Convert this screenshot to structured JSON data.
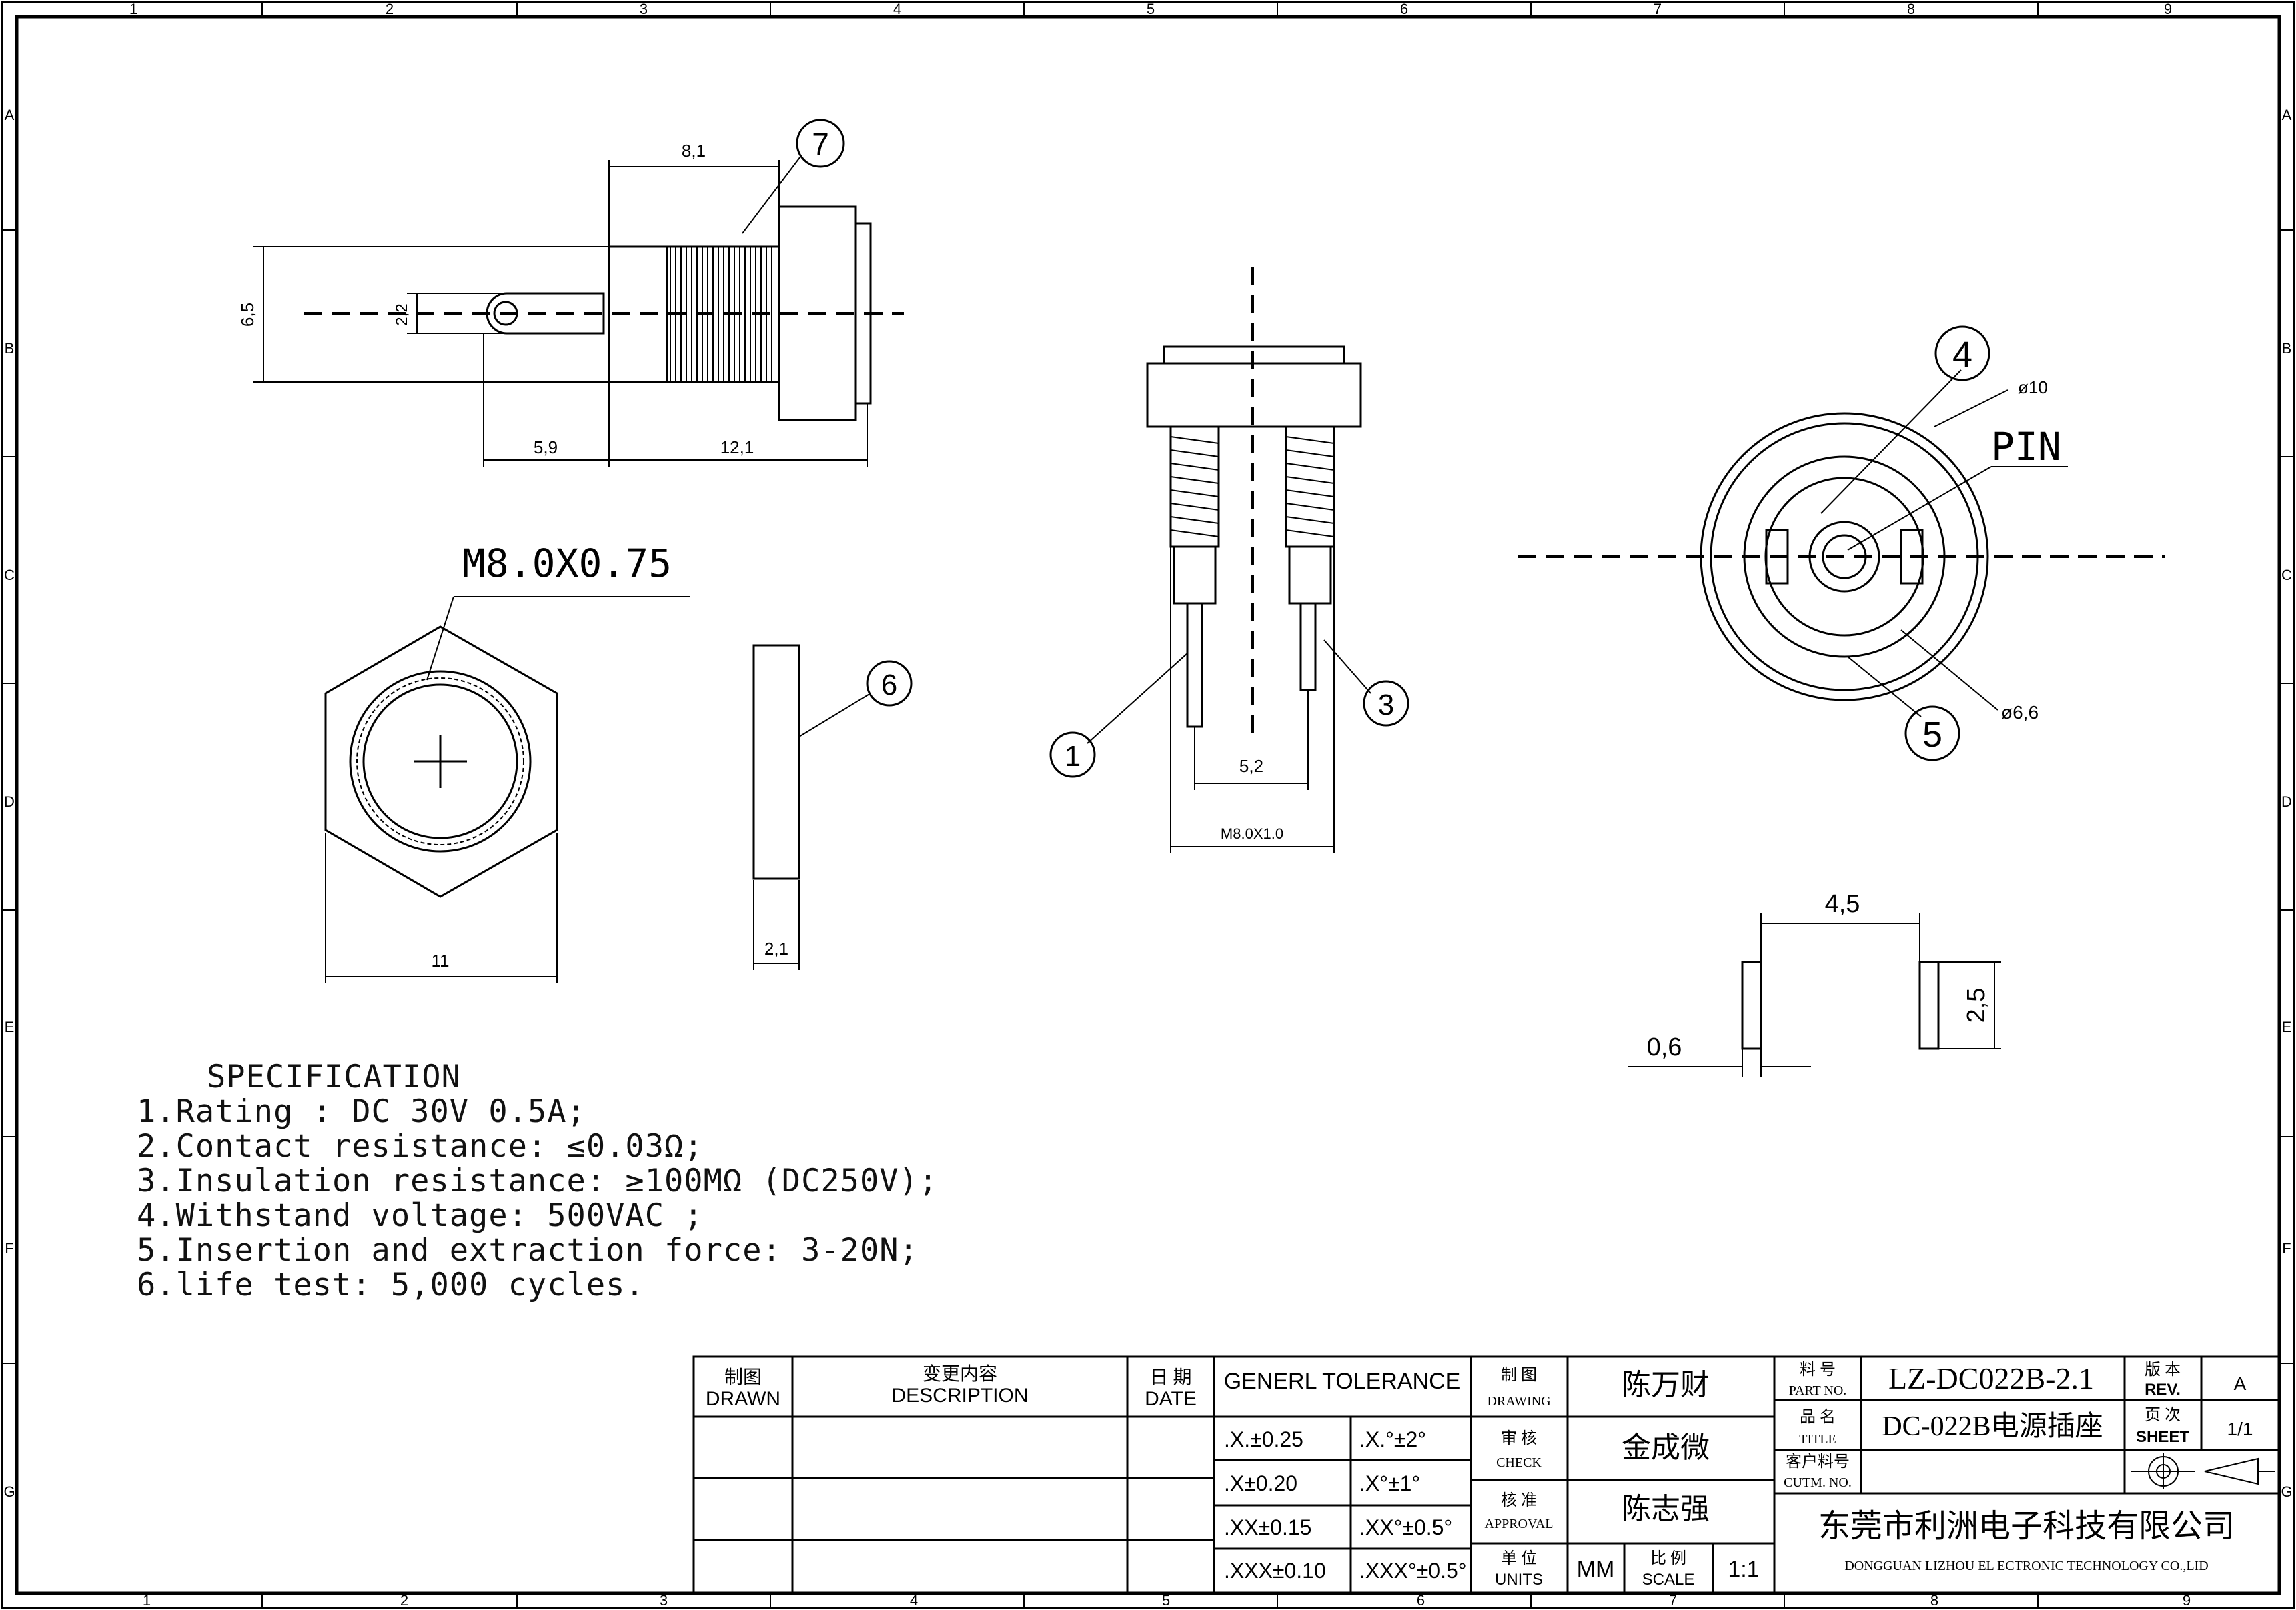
{
  "border": {
    "columns": [
      "1",
      "2",
      "3",
      "4",
      "5",
      "6",
      "7",
      "8",
      "9"
    ],
    "rows": [
      "A",
      "B",
      "C",
      "D",
      "E",
      "F",
      "G"
    ]
  },
  "side_view": {
    "dims": {
      "overall_height": "6,5",
      "pin_height": "2,2",
      "flange_depth": "8,1",
      "pin_length": "5,9",
      "body_length": "12,1"
    },
    "callout": "7"
  },
  "nut_view": {
    "thread_label": "M8.0X0.75",
    "width_dim": "11"
  },
  "washer_view": {
    "callout": "6",
    "thickness_dim": "2,1"
  },
  "front_view": {
    "callouts": [
      "1",
      "3"
    ],
    "pin_spacing_dim": "5,2",
    "thread_dim": "M8.0X1.0"
  },
  "top_view": {
    "callouts": [
      "4",
      "5"
    ],
    "pin_label": "PIN",
    "outer_dia": "ø10",
    "inner_dia": "ø6,6"
  },
  "pin_detail": {
    "spacing": "4,5",
    "width": "0,6",
    "height": "2,5"
  },
  "specification": {
    "title": "SPECIFICATION",
    "lines": [
      "1.Rating : DC 30V 0.5A;",
      "2.Contact resistance: ≤0.03Ω;",
      "3.Insulation resistance: ≥100MΩ (DC250V);",
      "4.Withstand voltage: 500VAC ;",
      "5.Insertion and extraction force: 3-20N;",
      "6.life test: 5,000 cycles."
    ]
  },
  "title_block": {
    "rev_table": {
      "drawn_cn": "制图",
      "drawn_en": "DRAWN",
      "desc_cn": "变更内容",
      "desc_en": "DESCRIPTION",
      "date_cn": "日 期",
      "date_en": "DATE"
    },
    "tolerance": {
      "header": "GENERL  TOLERANCE",
      "rows": [
        [
          ".X.±0.25",
          ".X.°±2°"
        ],
        [
          ".X±0.20",
          ".X°±1°"
        ],
        [
          ".XX±0.15",
          ".XX°±0.5°"
        ],
        [
          ".XXX±0.10",
          ".XXX°±0.5°"
        ]
      ]
    },
    "approvals": [
      {
        "cn": "制 图",
        "en": "DRAWING",
        "name": "陈万财"
      },
      {
        "cn": "审 核",
        "en": "CHECK",
        "name": "金成微"
      },
      {
        "cn": "核 准",
        "en": "APPROVAL",
        "name": "陈志强"
      }
    ],
    "units_cn": "单 位",
    "units_en": "UNITS",
    "units_value": "MM",
    "scale_cn": "比 例",
    "scale_en": "SCALE",
    "scale_value": "1:1",
    "part_no_cn": "料 号",
    "part_no_en": "PART NO.",
    "part_no": "LZ-DC022B-2.1",
    "title_cn": "品 名",
    "title_en": "TITLE",
    "title": "DC-022B电源插座",
    "cust_cn": "客户料号",
    "cust_en": "CUTM. NO.",
    "rev_cn": "版 本",
    "rev_en": "REV.",
    "rev": "A",
    "sheet_cn": "页 次",
    "sheet_en": "SHEET",
    "sheet": "1/1",
    "company_cn": "东莞市利洲电子科技有限公司",
    "company_en": "DONGGUAN LIZHOU EL ECTRONIC TECHNOLOGY CO.,LID"
  }
}
